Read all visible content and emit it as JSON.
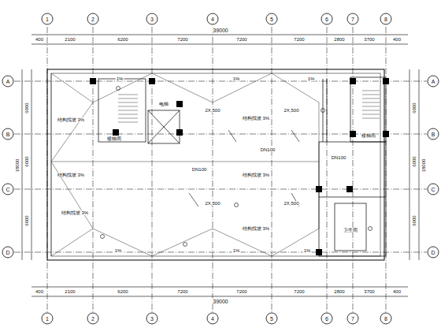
{
  "diagram": {
    "labels": [
      "39000",
      "400",
      "2100",
      "6200",
      "7200",
      "7200",
      "7200",
      "2800",
      "3700",
      "400",
      "39000",
      "400",
      "2100",
      "6200",
      "7200",
      "7200",
      "7200",
      "2800",
      "3700",
      "400",
      "1",
      "2",
      "3",
      "4",
      "5",
      "6",
      "7",
      "8",
      "1",
      "2",
      "3",
      "4",
      "5",
      "6",
      "7",
      "8",
      "A",
      "B",
      "C",
      "D",
      "A",
      "B",
      "C",
      "D",
      "18000",
      "6000",
      "6000",
      "6000",
      "18000",
      "6000",
      "6000",
      "6000",
      "结构找坡 3%",
      "结构找坡 3%",
      "结构找坡 3%",
      "结构找坡 3%",
      "结构找坡 3%",
      "结构找坡 3%",
      "1%",
      "1%",
      "1%",
      "1%",
      "1%",
      "1%",
      "2X,500",
      "2X,500",
      "2X,500",
      "2X,500",
      "DN100",
      "DN100",
      "DN100",
      "电梯",
      "楼梯间",
      "楼梯间",
      "卫生间"
    ]
  }
}
